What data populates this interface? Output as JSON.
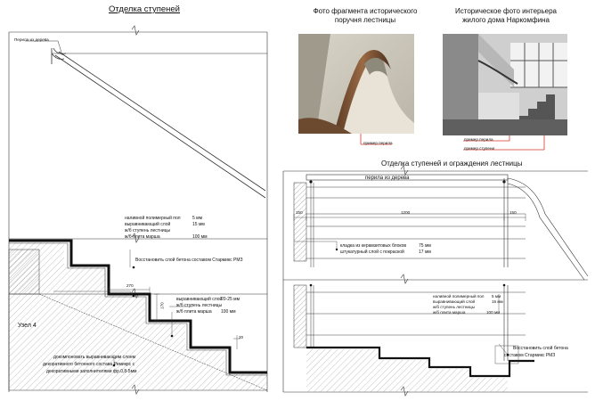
{
  "left": {
    "title": "Отделка ступеней",
    "railing_label": "Перила из дерева",
    "layers_1": [
      "наливной полимерный пол",
      "выравнивающий слой",
      "ж/б ступень лестницы",
      "ж/б плита марша"
    ],
    "layers_1_values": [
      "5 мм",
      "15 мм",
      "",
      "100 мм"
    ],
    "restore_note": "Восстановить слой бетона составом Стармикс РМЗ",
    "dim_270": "270",
    "dim_170": "170",
    "layers_2": [
      "выравнивающий слой",
      "ж/б ступень лестницы",
      "ж/б плита марша"
    ],
    "layers_2_values": [
      "20-25 мм",
      "",
      "100 мм"
    ],
    "dim_20": "20",
    "node_label": "Узел 4",
    "bottom_note": [
      "докомпоновать выравнивающим слоем",
      "декоративного бетонного состава Ремикрс с",
      "декоративными заполнителями фр.0,8-5мм"
    ]
  },
  "photo1": {
    "caption": [
      "Фото фрагмента исторического",
      "поручня лестницы"
    ],
    "label": "пример перила"
  },
  "photo2": {
    "caption": [
      "Историческое фото интерьера",
      "жилого дома Наркомфина"
    ],
    "labels": [
      "пример перила",
      "пример ступени"
    ]
  },
  "right": {
    "title": "Отделка ступеней и ограждения лестницы",
    "railing_label": "перила из дерева",
    "dim_150a": "150",
    "dim_1200": "1200",
    "dim_150b": "150",
    "wall_layers": [
      "кладка из керамзитовых блоков",
      "штукатурный слой с покраской"
    ],
    "wall_values": [
      "75 мм",
      "17 мм"
    ],
    "layers": [
      "наливной полимерный пол",
      "выравнивающий слой",
      "ж/б ступень лестницы",
      "ж/б плита марша"
    ],
    "layers_values": [
      "5 мм",
      "15 мм",
      "",
      "100 мм"
    ],
    "restore_note": [
      "Восстановить слой бетона",
      "составом Стармикс РМЗ"
    ]
  },
  "colors": {
    "accent_red": "#d9362b",
    "line": "#222222",
    "hatch": "#777777"
  }
}
